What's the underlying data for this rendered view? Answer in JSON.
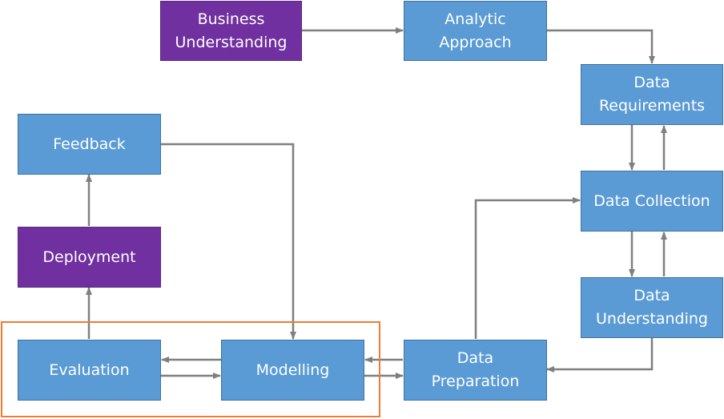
{
  "colors": {
    "process": "#5b9bd5",
    "milestone": "#7030a0",
    "arrow": "#7f7f7f",
    "highlight": "#ed7d31"
  },
  "nodes": {
    "business_understanding": "Business\nUnderstanding",
    "analytic_approach": "Analytic\nApproach",
    "data_requirements": "Data\nRequirements",
    "data_collection": "Data Collection",
    "data_understanding": "Data\nUnderstanding",
    "data_preparation": "Data\nPreparation",
    "modelling": "Modelling",
    "evaluation": "Evaluation",
    "deployment": "Deployment",
    "feedback": "Feedback"
  },
  "edges": [
    {
      "from": "Business Understanding",
      "to": "Analytic Approach"
    },
    {
      "from": "Analytic Approach",
      "to": "Data Requirements"
    },
    {
      "from": "Data Requirements",
      "to": "Data Collection"
    },
    {
      "from": "Data Collection",
      "to": "Data Requirements"
    },
    {
      "from": "Data Collection",
      "to": "Data Understanding"
    },
    {
      "from": "Data Understanding",
      "to": "Data Collection"
    },
    {
      "from": "Data Understanding",
      "to": "Data Preparation"
    },
    {
      "from": "Data Preparation",
      "to": "Data Collection"
    },
    {
      "from": "Data Preparation",
      "to": "Modelling"
    },
    {
      "from": "Modelling",
      "to": "Data Preparation"
    },
    {
      "from": "Modelling",
      "to": "Evaluation"
    },
    {
      "from": "Evaluation",
      "to": "Modelling"
    },
    {
      "from": "Evaluation",
      "to": "Deployment"
    },
    {
      "from": "Deployment",
      "to": "Feedback"
    },
    {
      "from": "Feedback",
      "to": "Modelling"
    }
  ]
}
